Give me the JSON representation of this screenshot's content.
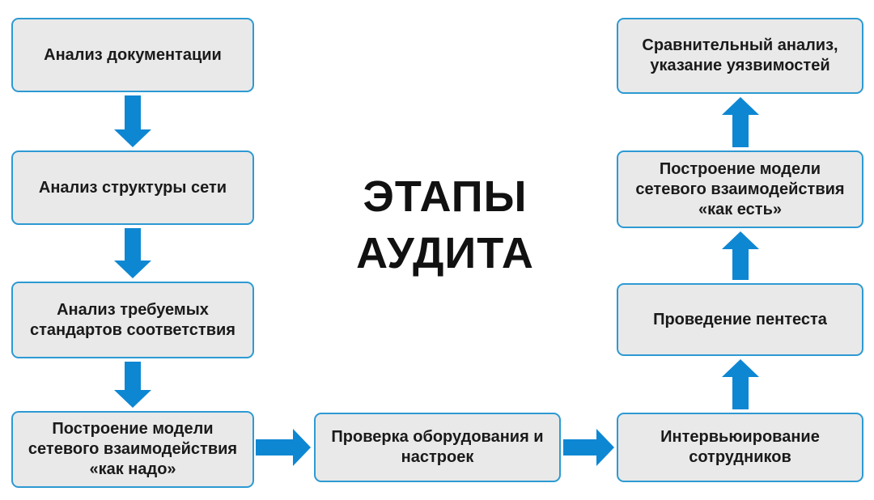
{
  "title": {
    "line1": "ЭТАПЫ",
    "line2": "АУДИТА"
  },
  "colors": {
    "arrow": "#0e87d3",
    "boxBorder": "#2d9ad3",
    "boxFill": "#e9e9e9",
    "text": "#1a1a1a",
    "title": "#111111"
  },
  "boxes": [
    {
      "label": "Анализ документации"
    },
    {
      "label": "Анализ структуры сети"
    },
    {
      "label": "Анализ требуемых стандартов соответствия"
    },
    {
      "label": "Построение модели сетевого взаимодействия «как надо»"
    },
    {
      "label": "Проверка оборудования и настроек"
    },
    {
      "label": "Интервьюирование сотрудников"
    },
    {
      "label": "Проведение пентеста"
    },
    {
      "label": "Построение модели сетевого взаимодействия «как есть»"
    },
    {
      "label": "Сравнительный анализ, указание уязвимостей"
    }
  ]
}
